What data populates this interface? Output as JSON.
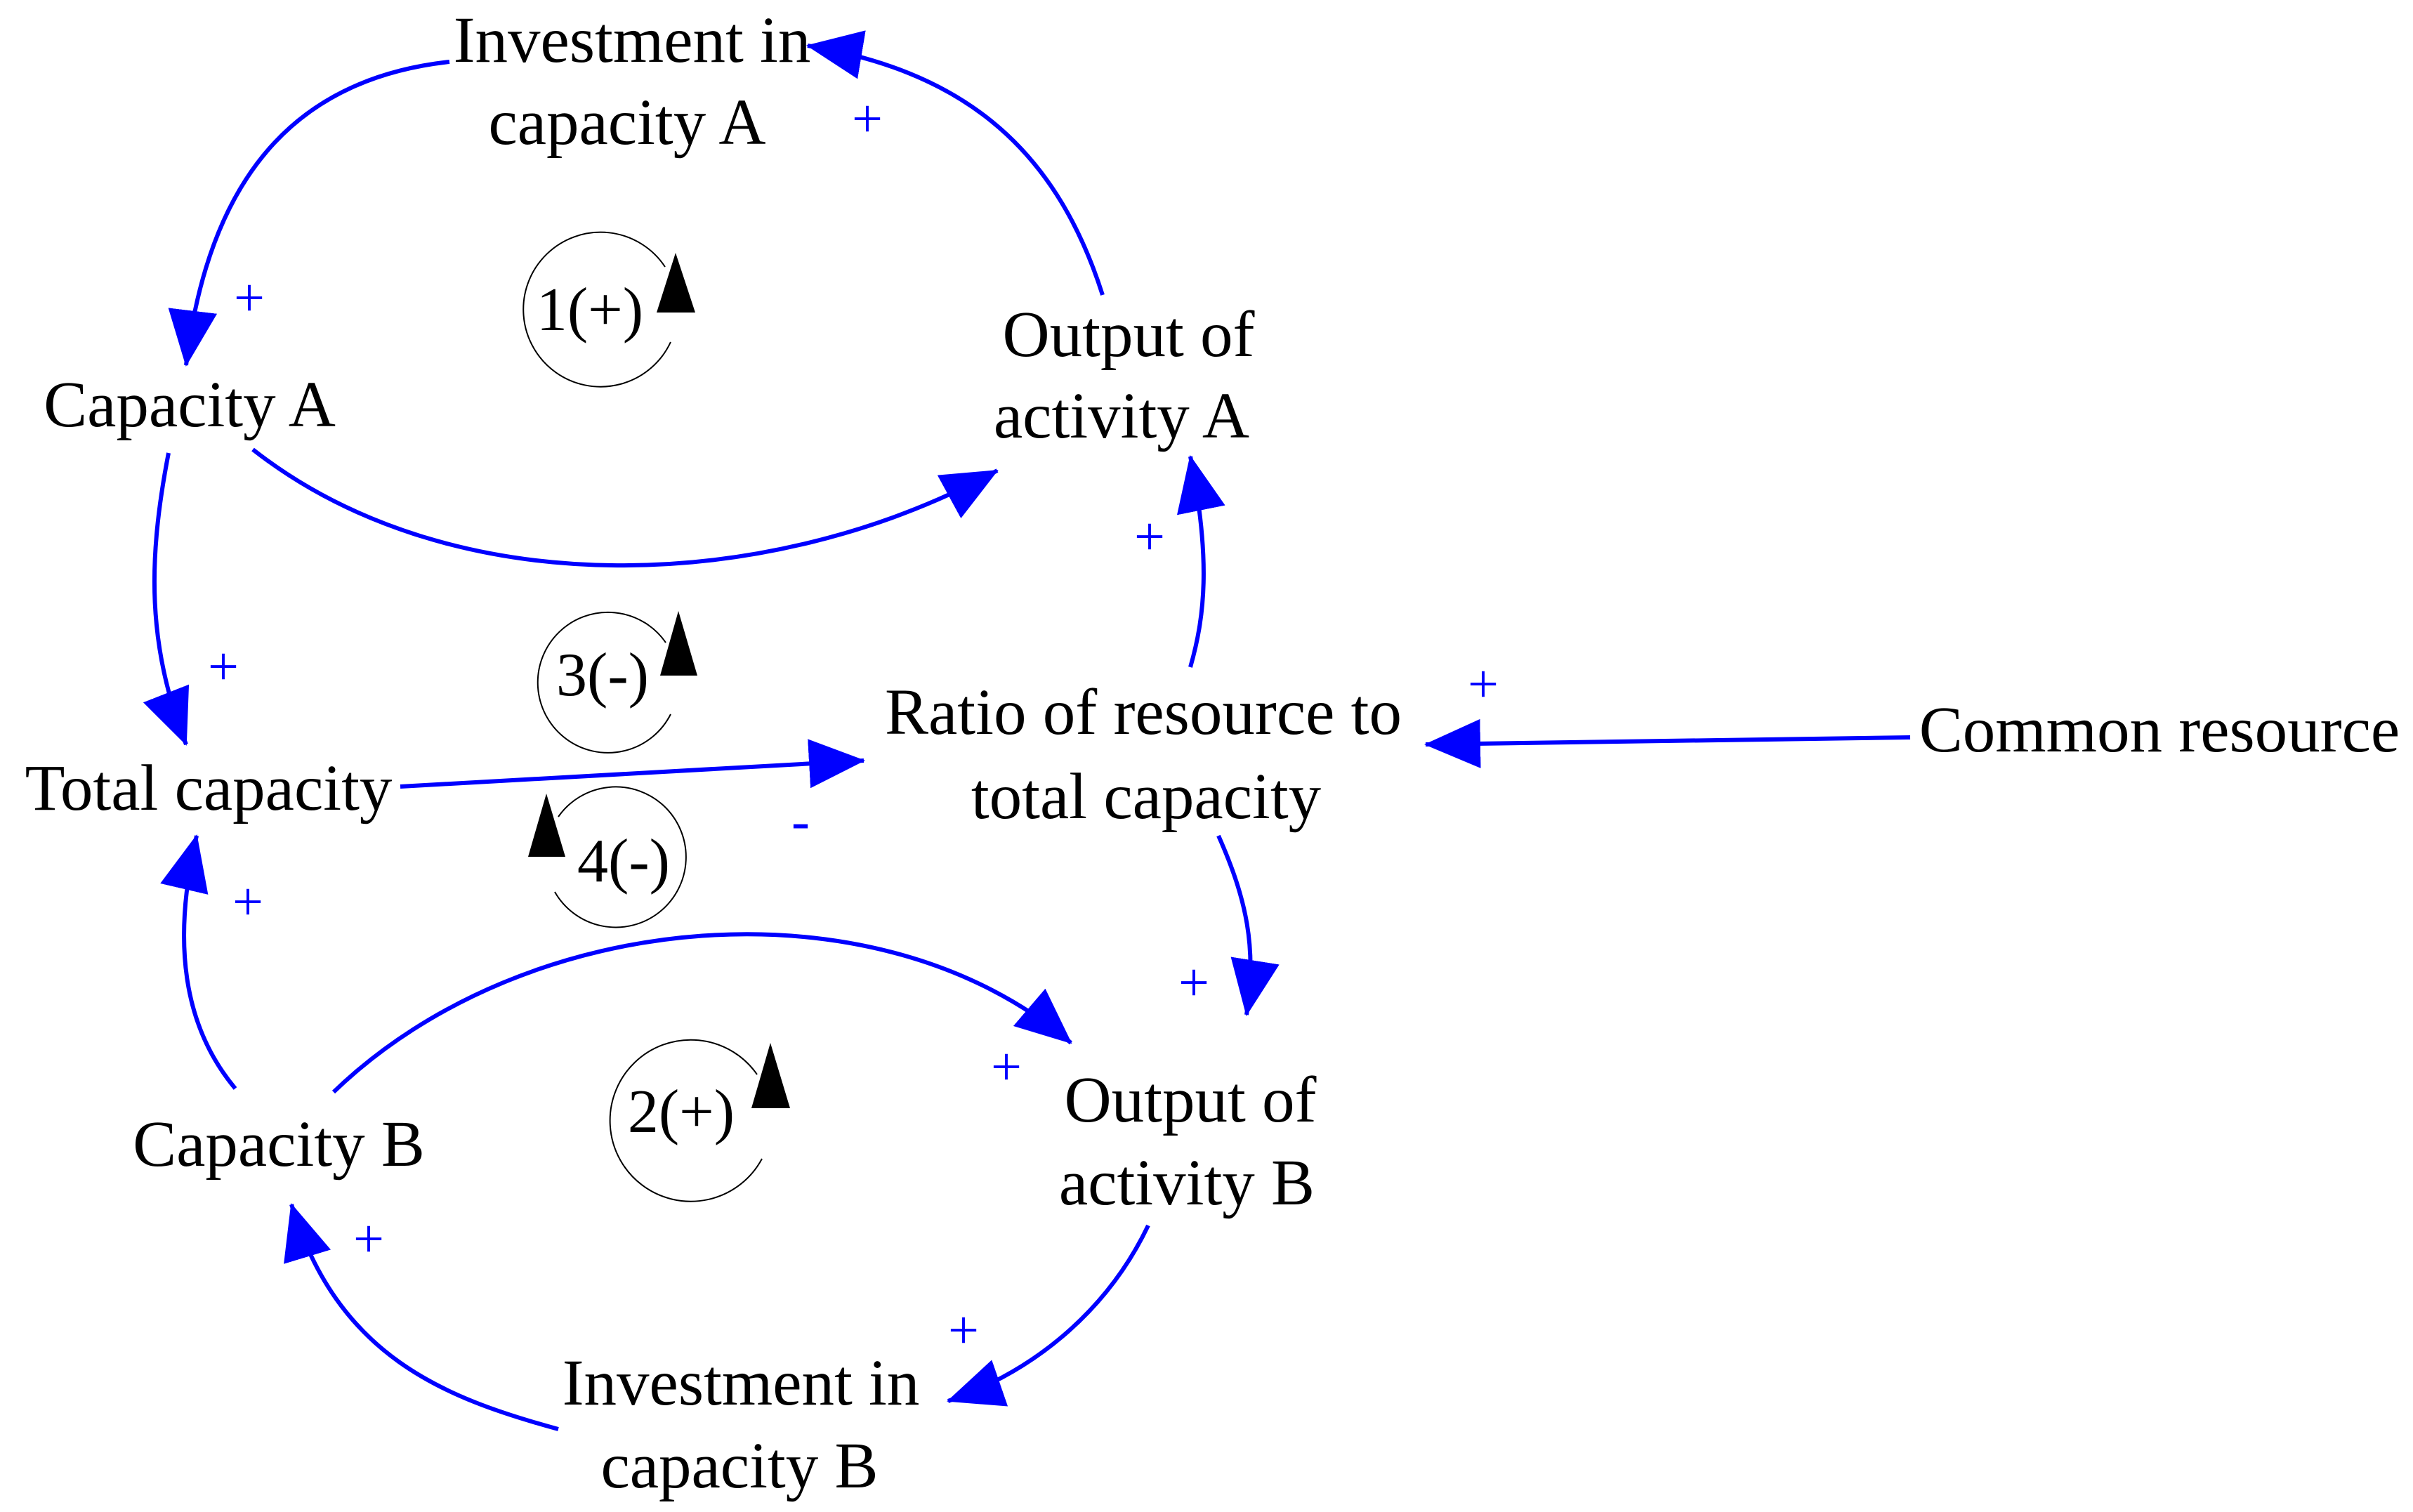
{
  "nodes": {
    "investment_a": [
      "Investment in",
      "capacity A"
    ],
    "capacity_a": [
      "Capacity A"
    ],
    "output_a": [
      "Output of",
      "activity A"
    ],
    "total_capacity": [
      "Total capacity"
    ],
    "ratio": [
      "Ratio of resource to",
      "total capacity"
    ],
    "common_resource": [
      "Common resource"
    ],
    "capacity_b": [
      "Capacity B"
    ],
    "output_b": [
      "Output of",
      "activity B"
    ],
    "investment_b": [
      "Investment in",
      "capacity B"
    ]
  },
  "polarities": {
    "investment_a_to_capacity_a": "+",
    "output_a_to_investment_a": "+",
    "capacity_a_to_total": "+",
    "ratio_to_output_a": "+",
    "common_to_ratio": "+",
    "total_to_ratio": "-",
    "capacity_b_to_total": "+",
    "ratio_to_output_b": "+",
    "capacity_b_to_output_b": "+",
    "investment_b_to_capacity_b": "+",
    "output_b_to_investment_b": "+"
  },
  "loops": {
    "loop1": "1(+)",
    "loop2": "2(+)",
    "loop3": "3(-)",
    "loop4": "4(-)"
  },
  "colors": {
    "link": "#0000ff",
    "polarity": "#0000ff",
    "text": "#000000",
    "loop_marker": "#000000"
  }
}
